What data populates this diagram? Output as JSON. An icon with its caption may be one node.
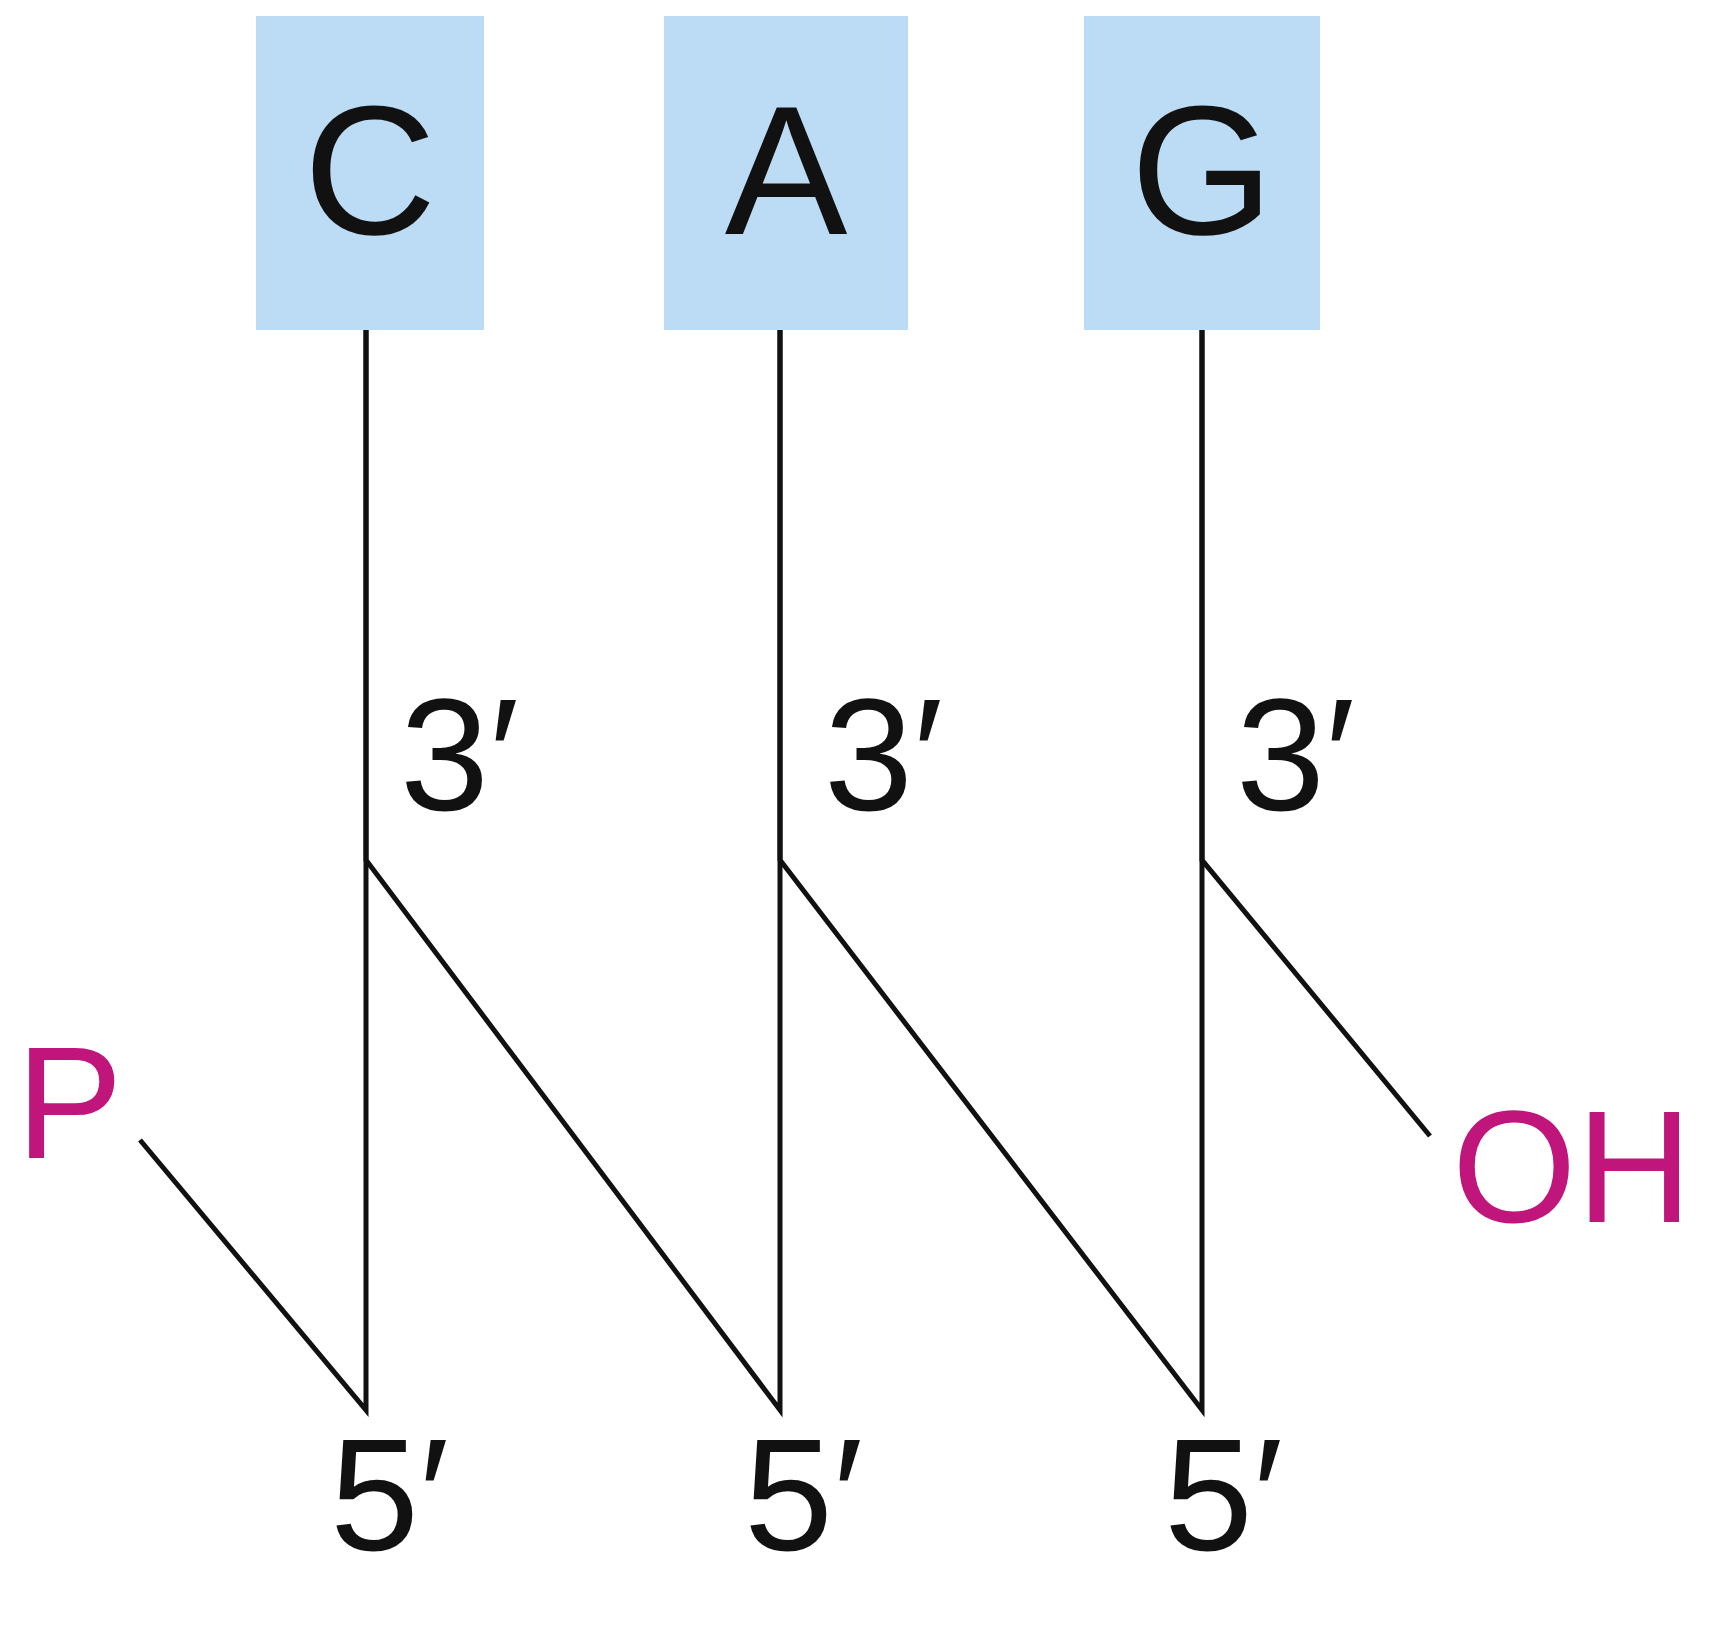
{
  "diagram": {
    "nodes": [
      {
        "text": [
          "C"
        ]
      },
      {
        "text": [
          "A"
        ]
      },
      {
        "text": [
          "G"
        ]
      },
      {
        "text": [
          "P"
        ]
      },
      {
        "text": [
          "OH"
        ]
      }
    ],
    "edges": [
      {
        "from": 3,
        "to": 0,
        "arrow": "none"
      },
      {
        "from": 0,
        "to": 1,
        "arrow": "none"
      },
      {
        "from": 1,
        "to": 2,
        "arrow": "none"
      },
      {
        "from": 2,
        "to": 4,
        "arrow": "none"
      }
    ],
    "labels": [
      "3′",
      "3′",
      "3′",
      "5′",
      "5′",
      "5′"
    ]
  }
}
